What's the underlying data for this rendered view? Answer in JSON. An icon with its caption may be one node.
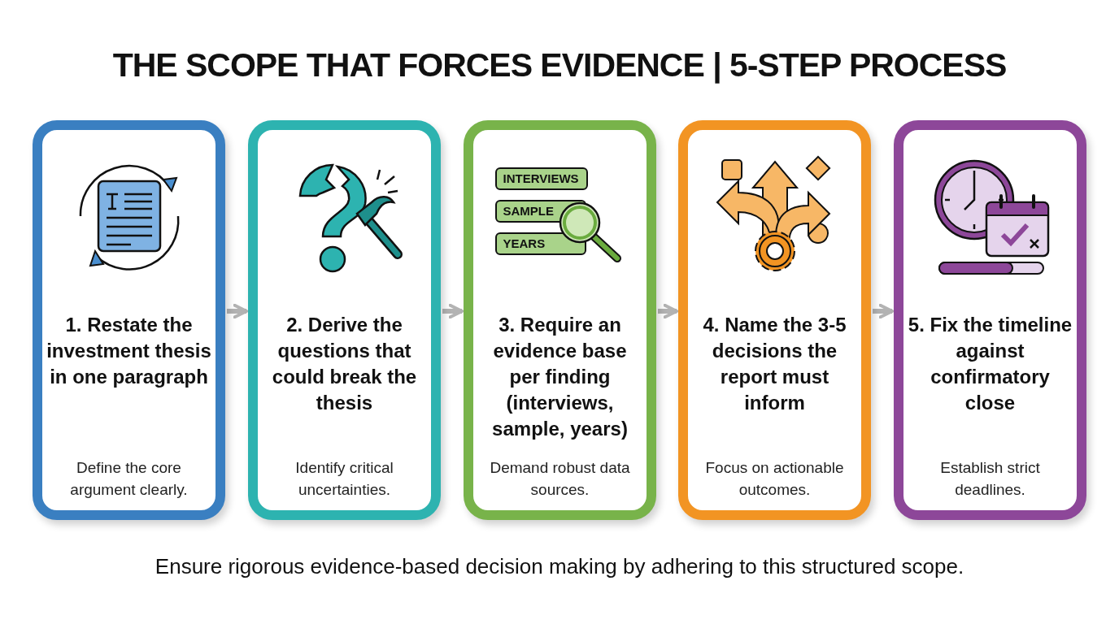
{
  "diagram": {
    "title": "THE SCOPE THAT FORCES EVIDENCE | 5-STEP PROCESS",
    "caption": "Ensure rigorous evidence-based decision making by adhering to this structured scope.",
    "nodes": [
      {
        "text": [
          "1. Restate the investment thesis in one paragraph",
          "Define the core argument clearly."
        ]
      },
      {
        "text": [
          "2. Derive the questions that could break the thesis",
          "Identify critical uncertainties."
        ]
      },
      {
        "text": [
          "3. Require an evidence base per finding (interviews, sample, years)",
          "Demand robust data sources."
        ]
      },
      {
        "text": [
          "4. Name the 3-5 decisions the report must inform",
          "Focus on actionable outcomes."
        ]
      },
      {
        "text": [
          "5. Fix the timeline against confirmatory close",
          "Establish strict deadlines."
        ]
      }
    ],
    "edges": [
      {
        "from": 0,
        "to": 1,
        "arrow": "to"
      },
      {
        "from": 1,
        "to": 2,
        "arrow": "to"
      },
      {
        "from": 2,
        "to": 3,
        "arrow": "to"
      },
      {
        "from": 3,
        "to": 4,
        "arrow": "to"
      }
    ],
    "labels": [
      "INTERVIEWS",
      "SAMPLE",
      "YEARS"
    ]
  }
}
